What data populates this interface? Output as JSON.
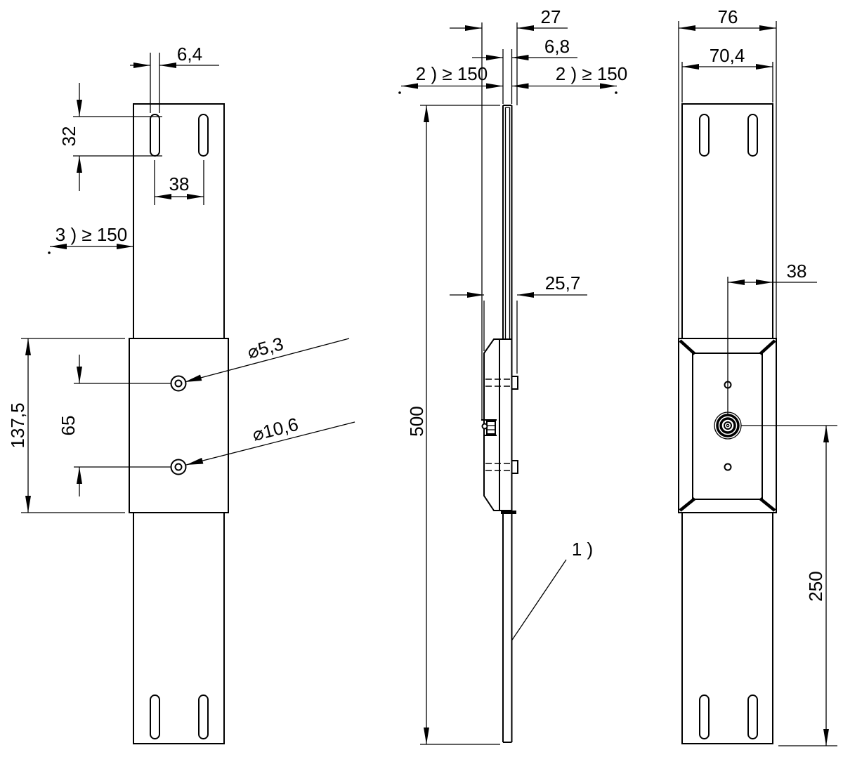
{
  "views": {
    "front": {
      "dims": {
        "slot_width": "6,4",
        "slot_length": "32",
        "slot_spacing": "38",
        "side_clearance": "3 )  ≥  150",
        "housing_height": "137,5",
        "hole_spacing": "65",
        "small_hole": "⌀5,3",
        "large_hole": "⌀10,6"
      }
    },
    "side": {
      "dims": {
        "total_depth": "27",
        "bracket_thickness": "6,8",
        "clearance_left": "2 )  ≥  150",
        "clearance_right": "2 )  ≥  150",
        "housing_depth": "25,7",
        "total_height": "500",
        "cable_note": "1 )"
      }
    },
    "rear": {
      "dims": {
        "housing_width": "76",
        "bracket_width": "70,4",
        "lens_offset": "38",
        "lens_height": "250"
      }
    }
  },
  "colors": {
    "line": "#000000",
    "background": "#ffffff"
  }
}
